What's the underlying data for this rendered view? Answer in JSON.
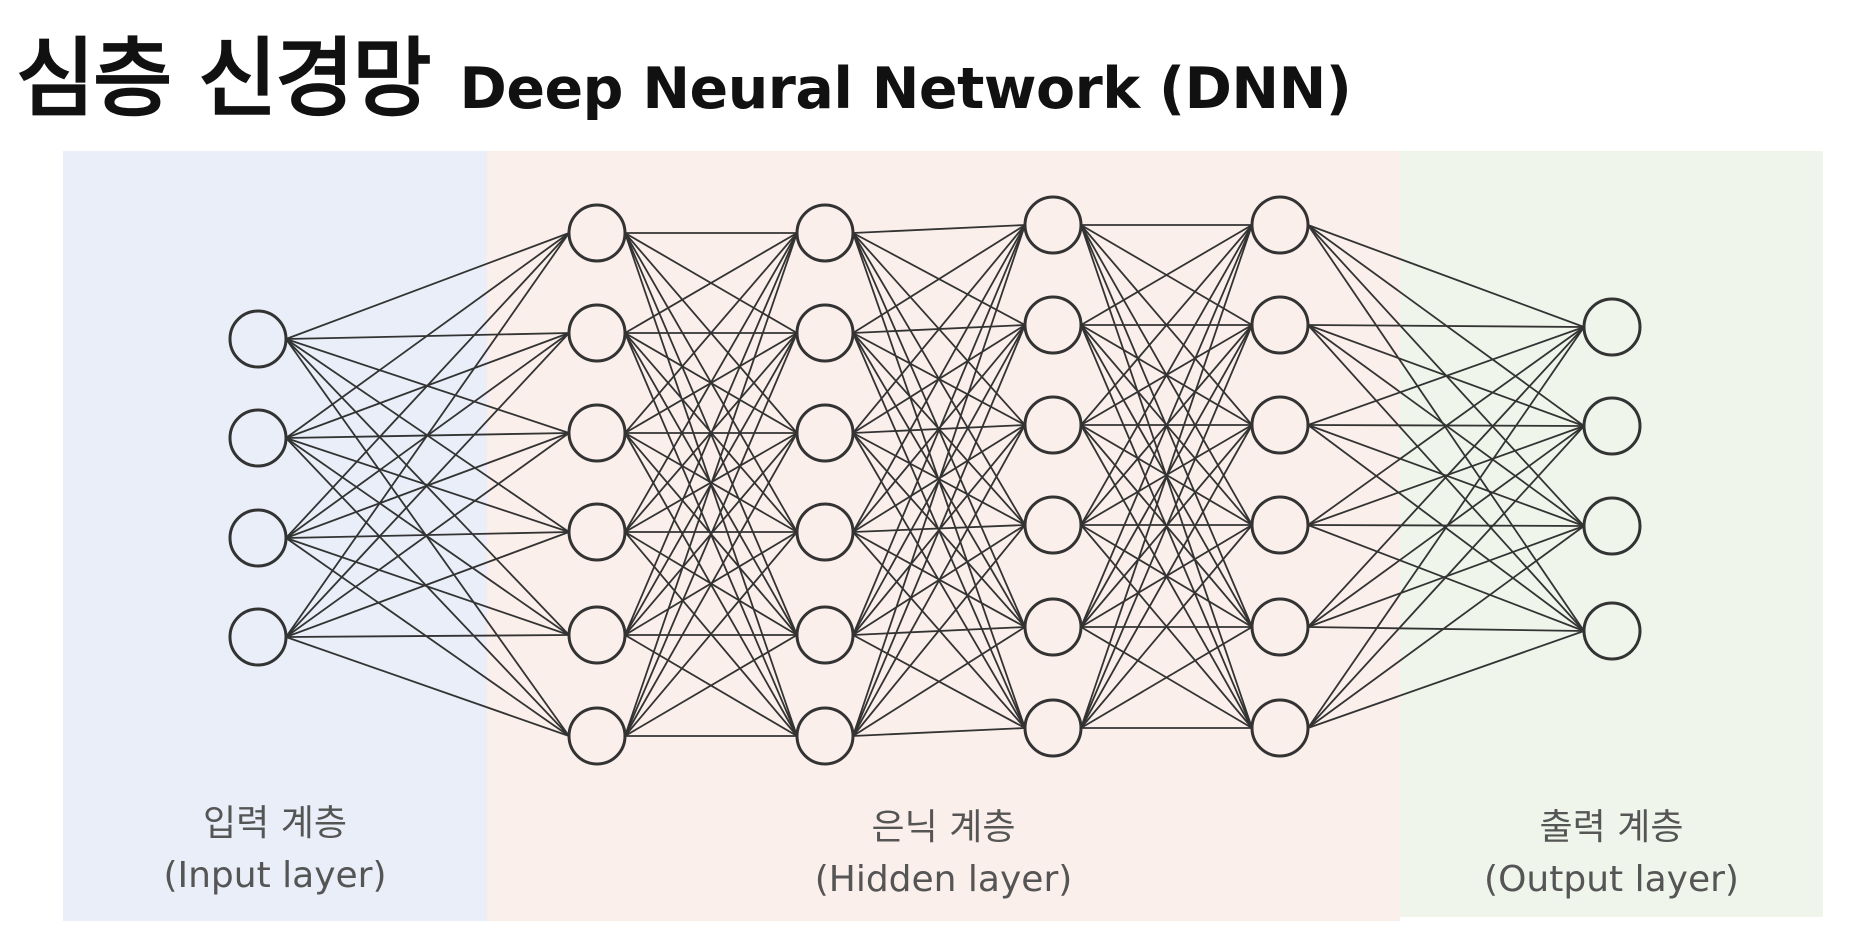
{
  "title": {
    "korean": "심층 신경망",
    "english": "Deep Neural Network (DNN)"
  },
  "colors": {
    "input_panel": "#e9eef8",
    "hidden_panel": "#fbefeb",
    "output_panel": "#eff5eb",
    "line": "#333333",
    "node_stroke": "#333333",
    "node_fill": "none"
  },
  "layers": [
    {
      "kind": "input",
      "nodes": 4,
      "label_ko": "입력 계층",
      "label_en": "(Input layer)"
    },
    {
      "kind": "hidden",
      "nodes": 6,
      "label_ko": "은닉 계층",
      "label_en": "(Hidden layer)"
    },
    {
      "kind": "hidden",
      "nodes": 6
    },
    {
      "kind": "hidden",
      "nodes": 6
    },
    {
      "kind": "hidden",
      "nodes": 6
    },
    {
      "kind": "output",
      "nodes": 4,
      "label_ko": "출력 계층",
      "label_en": "(Output layer)"
    }
  ],
  "labels": {
    "input": {
      "ko": "입력 계층",
      "en": "(Input layer)"
    },
    "hidden": {
      "ko": "은닉 계층",
      "en": "(Hidden layer)"
    },
    "output": {
      "ko": "출력 계층",
      "en": "(Output layer)"
    }
  }
}
